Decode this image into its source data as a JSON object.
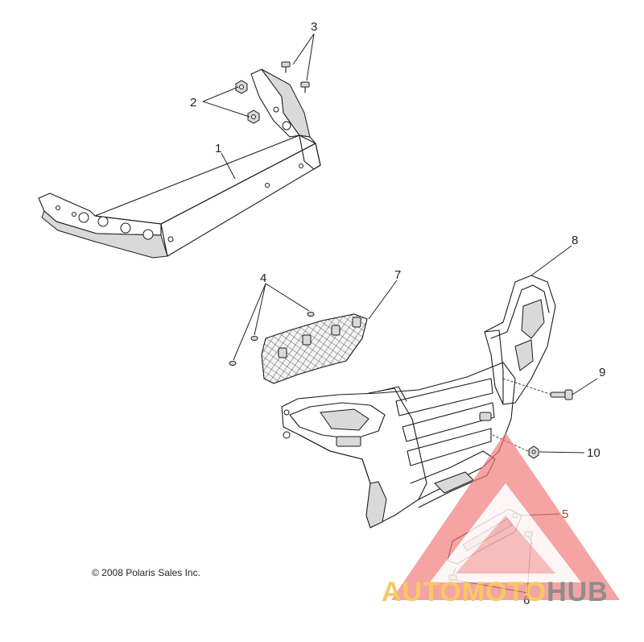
{
  "diagram": {
    "callouts": [
      {
        "id": "1",
        "label": "1"
      },
      {
        "id": "2",
        "label": "2"
      },
      {
        "id": "3",
        "label": "3"
      },
      {
        "id": "4",
        "label": "4"
      },
      {
        "id": "5",
        "label": "5"
      },
      {
        "id": "6",
        "label": "6"
      },
      {
        "id": "7",
        "label": "7"
      },
      {
        "id": "8",
        "label": "8"
      },
      {
        "id": "9",
        "label": "9"
      },
      {
        "id": "10",
        "label": "10"
      }
    ],
    "copyright": "© 2008 Polaris Sales Inc."
  },
  "watermark": {
    "brand_part1": "AUTOMOTO",
    "brand_part2": "HUB",
    "colors": {
      "triangle": "#f07878",
      "part1": "#f5c04a",
      "part2": "#7a7a7a"
    }
  }
}
